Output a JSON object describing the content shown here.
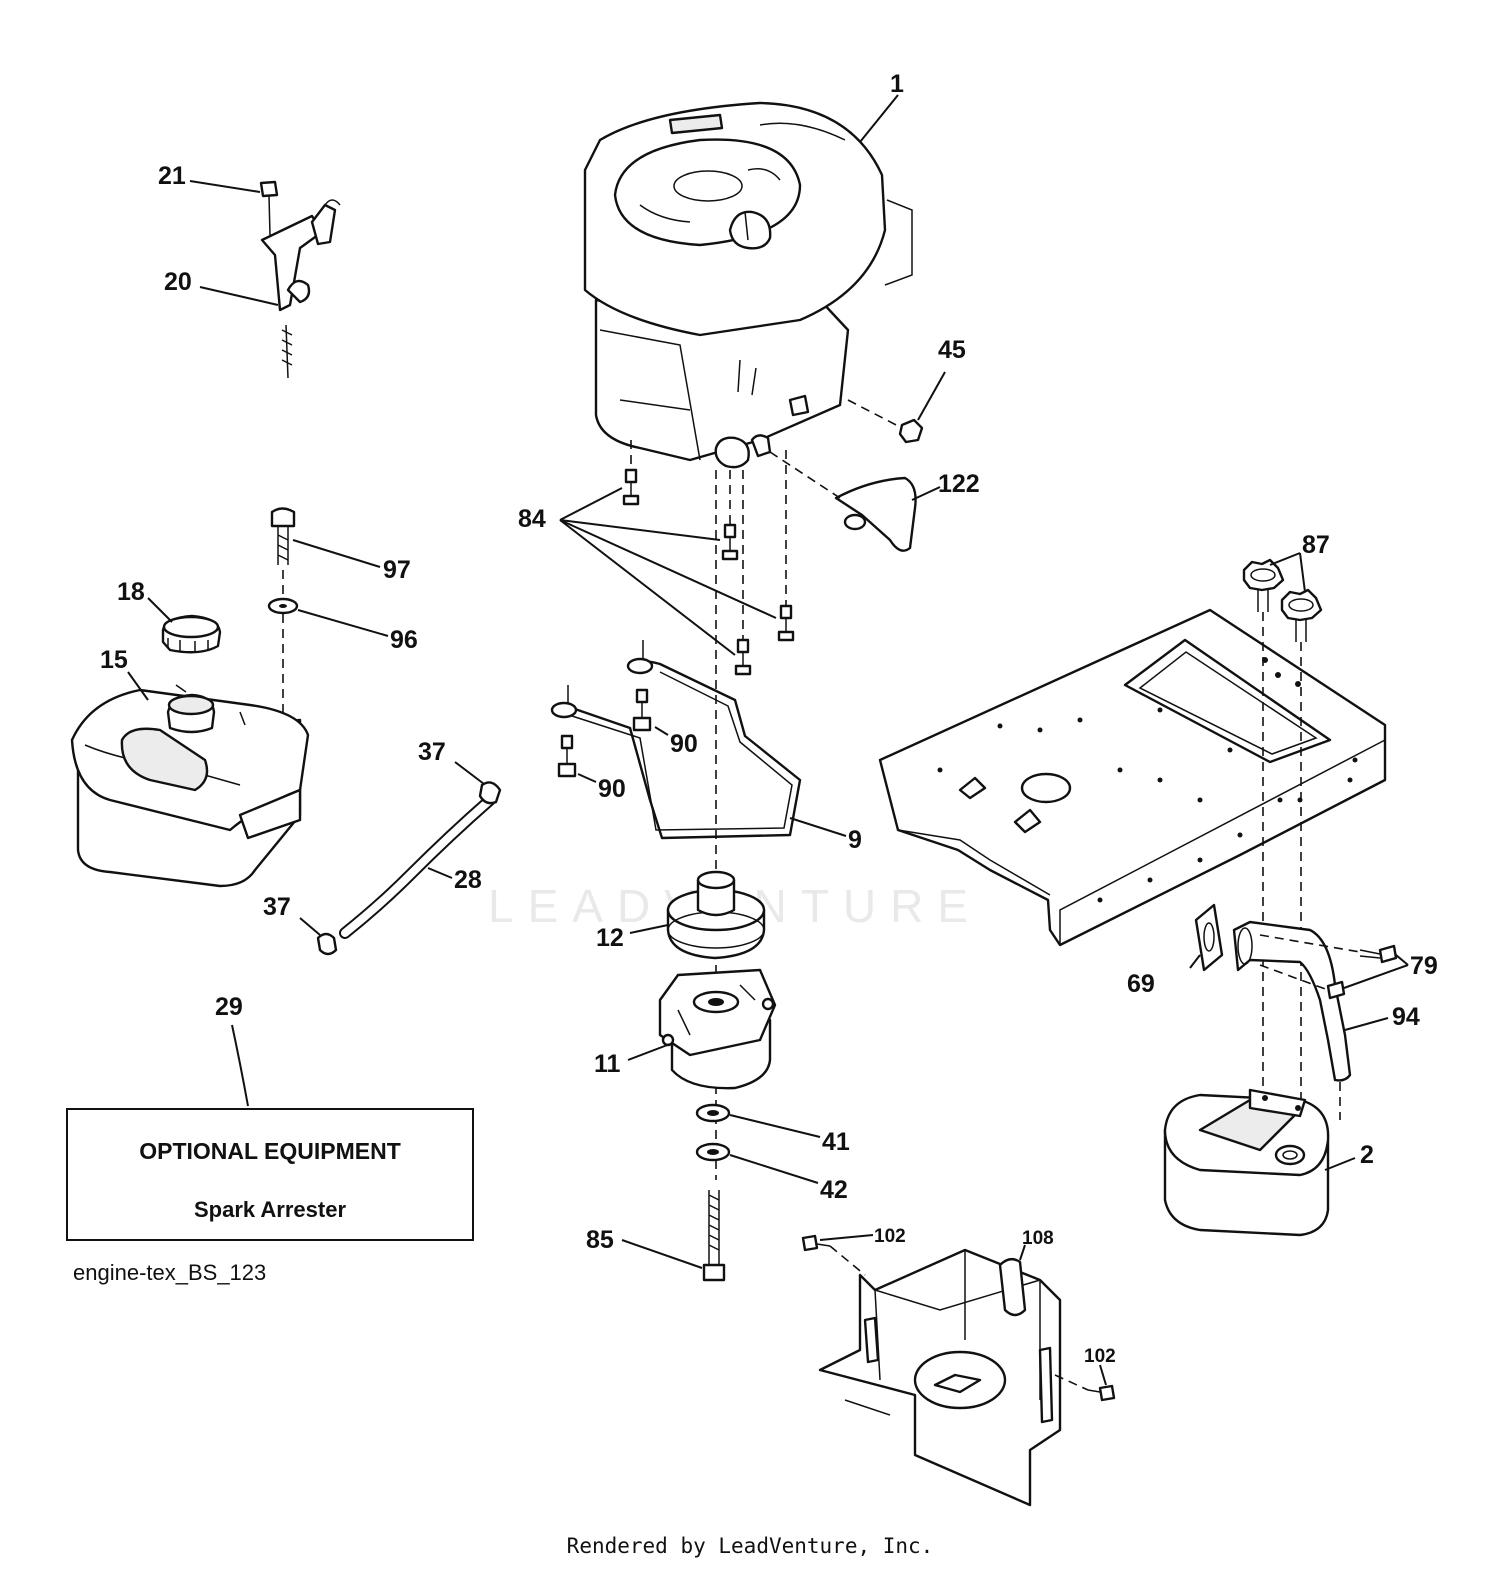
{
  "diagram": {
    "watermark": "LEADVENTURE",
    "callouts": {
      "p1": "1",
      "p2": "2",
      "p9": "9",
      "p11": "11",
      "p12": "12",
      "p15": "15",
      "p18": "18",
      "p20": "20",
      "p21": "21",
      "p28": "28",
      "p29": "29",
      "p37a": "37",
      "p37b": "37",
      "p41": "41",
      "p42": "42",
      "p45": "45",
      "p69": "69",
      "p79": "79",
      "p84": "84",
      "p85": "85",
      "p87": "87",
      "p90a": "90",
      "p90b": "90",
      "p94": "94",
      "p96": "96",
      "p97": "97",
      "p102a": "102",
      "p102b": "102",
      "p108": "108",
      "p122": "122"
    }
  },
  "optional_box": {
    "title": "OPTIONAL EQUIPMENT",
    "item": "Spark Arrester"
  },
  "reference_code": "engine-tex_BS_123",
  "footer": "Rendered by LeadVenture, Inc."
}
